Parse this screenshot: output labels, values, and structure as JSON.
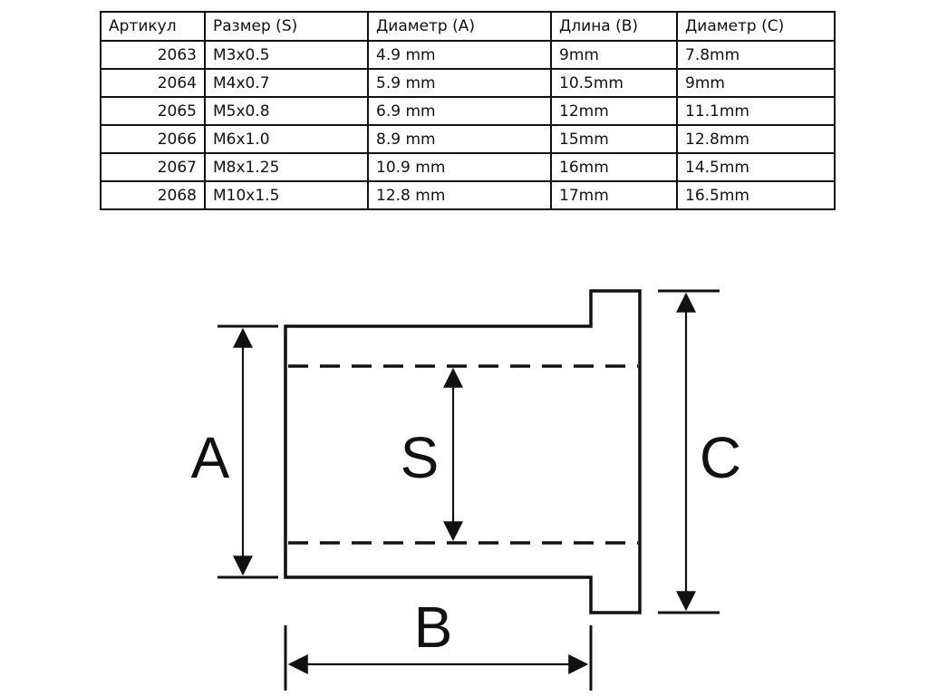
{
  "table": {
    "headers": [
      "Артикул",
      "Размер (S)",
      "Диаметр (A)",
      "Длина (B)",
      "Диаметр (C)"
    ],
    "rows": [
      [
        "2063",
        "M3x0.5",
        "4.9 mm",
        "9mm",
        "7.8mm"
      ],
      [
        "2064",
        "M4x0.7",
        "5.9 mm",
        "10.5mm",
        "9mm"
      ],
      [
        "2065",
        "M5x0.8",
        "6.9 mm",
        "12mm",
        "11.1mm"
      ],
      [
        "2066",
        "M6x1.0",
        "8.9 mm",
        "15mm",
        "12.8mm"
      ],
      [
        "2067",
        "M8x1.25",
        "10.9 mm",
        "16mm",
        "14.5mm"
      ],
      [
        "2068",
        "M10x1.5",
        "12.8 mm",
        "17mm",
        "16.5mm"
      ]
    ]
  },
  "drawing": {
    "labels": {
      "a": "A",
      "s": "S",
      "b": "B",
      "c": "C"
    }
  }
}
